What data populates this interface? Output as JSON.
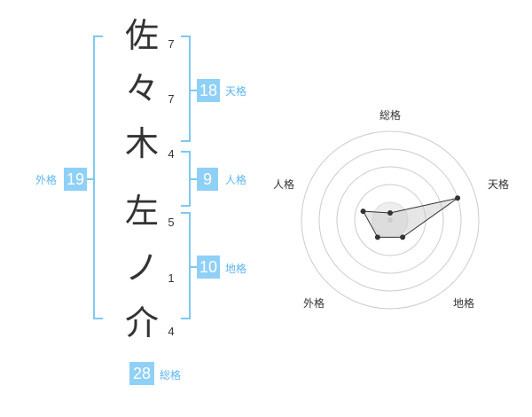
{
  "colors": {
    "bracket": "#7ec8f4",
    "box": "#8fd0f7",
    "label": "#5db6ee",
    "text": "#333333"
  },
  "name_chars": [
    {
      "char": "佐",
      "strokes": "7"
    },
    {
      "char": "々",
      "strokes": "7"
    },
    {
      "char": "木",
      "strokes": "4"
    },
    {
      "char": "左",
      "strokes": "5"
    },
    {
      "char": "ノ",
      "strokes": "1"
    },
    {
      "char": "介",
      "strokes": "4"
    }
  ],
  "kakusu": {
    "tenkaku": {
      "value": "18",
      "label": "天格"
    },
    "jinkaku": {
      "value": "9",
      "label": "人格"
    },
    "chikaku": {
      "value": "10",
      "label": "地格"
    },
    "gaikaku": {
      "value": "19",
      "label": "外格"
    },
    "soukaku": {
      "value": "28",
      "label": "総格"
    }
  },
  "radar": {
    "axes": [
      "総格",
      "天格",
      "地格",
      "外格",
      "人格"
    ],
    "values": [
      0.1,
      1.0,
      0.3,
      0.3,
      0.4
    ]
  }
}
